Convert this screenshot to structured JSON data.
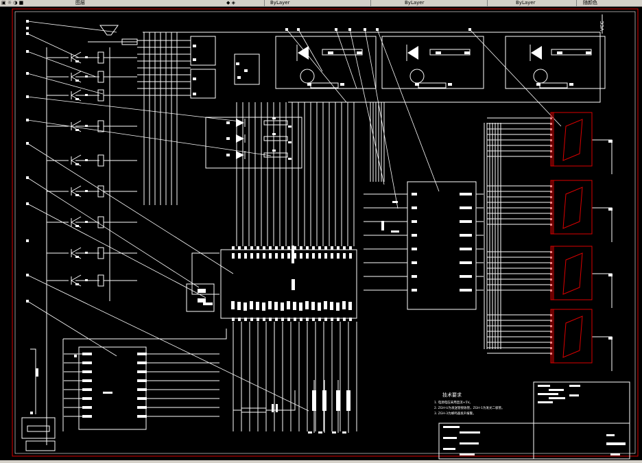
{
  "toolbar": {
    "tab_1": "图层",
    "tab_2": "ByLayer",
    "tab_3": "ByLayer",
    "tab_4": "ByLayer",
    "tab_5": "随颜色"
  },
  "drawing": {
    "vcc_label": "VCC",
    "notes_title": "技术要求",
    "notes": [
      "1.  电源电压采用直流+5V。",
      "2.  ZGH-U为发送管接收管，ZGH-1为发光二极管。",
      "3.  ZGH-3为蜂鸣器发声报警。"
    ]
  }
}
